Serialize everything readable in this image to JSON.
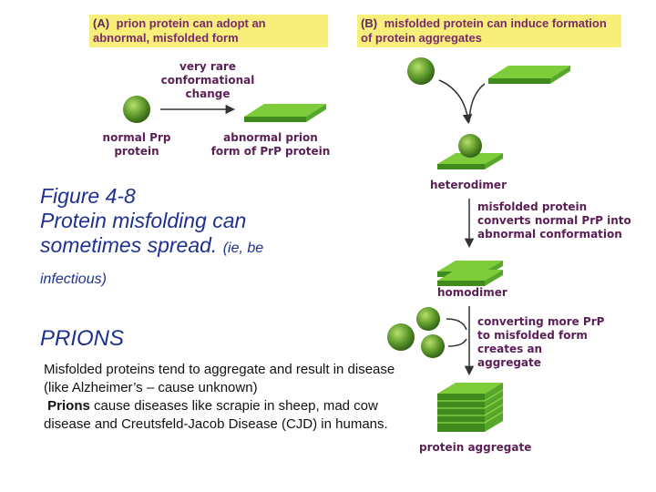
{
  "panel_a": {
    "tag": "(A)",
    "header": "prion protein can adopt an abnormal, misfolded form",
    "arrow_label": "very rare conformational change",
    "left_label": "normal Prp protein",
    "right_label": "abnormal prion form of PrP protein"
  },
  "panel_b": {
    "tag": "(B)",
    "header": "misfolded protein can induce formation of protein aggregates",
    "heterodimer": "heterodimer",
    "step1": "misfolded protein converts normal PrP into abnormal conformation",
    "homodimer": "homodimer",
    "step2": "converting more PrP to misfolded form creates an aggregate",
    "aggregate": "protein aggregate"
  },
  "caption": {
    "line1": "Figure 4-8",
    "line2": "Protein misfolding can",
    "line3": "sometimes spread.",
    "aside1": "(ie, be",
    "aside2": "infectious)"
  },
  "prions": {
    "heading": "PRIONS",
    "sentence1": "Misfolded proteins tend to aggregate and result in disease (like Alzheimer’s – cause unknown)",
    "bold_word": "Prions",
    "sentence2": "cause diseases like scrapie in sheep, mad cow disease and Creutsfeld-Jacob Disease (CJD) in humans."
  }
}
